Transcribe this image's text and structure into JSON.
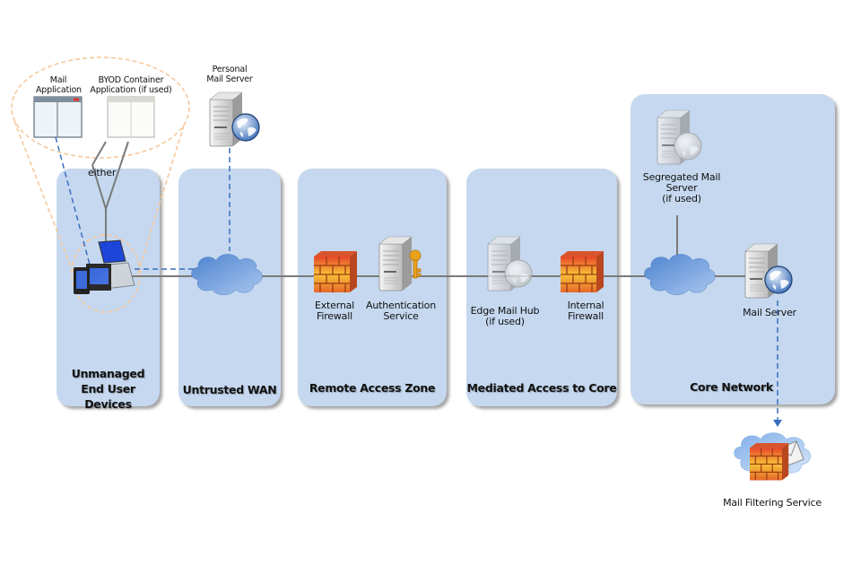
{
  "diagram": {
    "type": "network-architecture",
    "zones": [
      {
        "id": "unmanaged",
        "title_line1": "Unmanaged",
        "title_line2": "End User Devices"
      },
      {
        "id": "wan",
        "title": "Untrusted WAN"
      },
      {
        "id": "remote",
        "title": "Remote Access Zone"
      },
      {
        "id": "mediated",
        "title": "Mediated Access to Core"
      },
      {
        "id": "core",
        "title": "Core Network"
      }
    ],
    "nodes": {
      "mail_app": {
        "line1": "Mail",
        "line2": "Application"
      },
      "byod_app": {
        "line1": "BYOD Container",
        "line2": "Application  (if used)"
      },
      "either": "either",
      "personal_mail": {
        "line1": "Personal",
        "line2": "Mail Server"
      },
      "ext_firewall": {
        "line1": "External",
        "line2": "Firewall"
      },
      "auth_service": {
        "line1": "Authentication",
        "line2": "Service"
      },
      "edge_hub": {
        "line1": "Edge Mail Hub",
        "line2": "(if used)"
      },
      "int_firewall": {
        "line1": "Internal",
        "line2": "Firewall"
      },
      "segregated": {
        "line1": "Segregated Mail",
        "line2": "Server",
        "line3": "(if used)"
      },
      "mail_server": "Mail Server",
      "mail_filter": "Mail Filtering Service"
    },
    "colors": {
      "zone_fill": "#c5d8ef",
      "link_solid": "#7a7a7a",
      "link_dashed": "#3a6fbf",
      "callout": "#f5c9a0",
      "cloud": "#5b8fd6"
    }
  }
}
